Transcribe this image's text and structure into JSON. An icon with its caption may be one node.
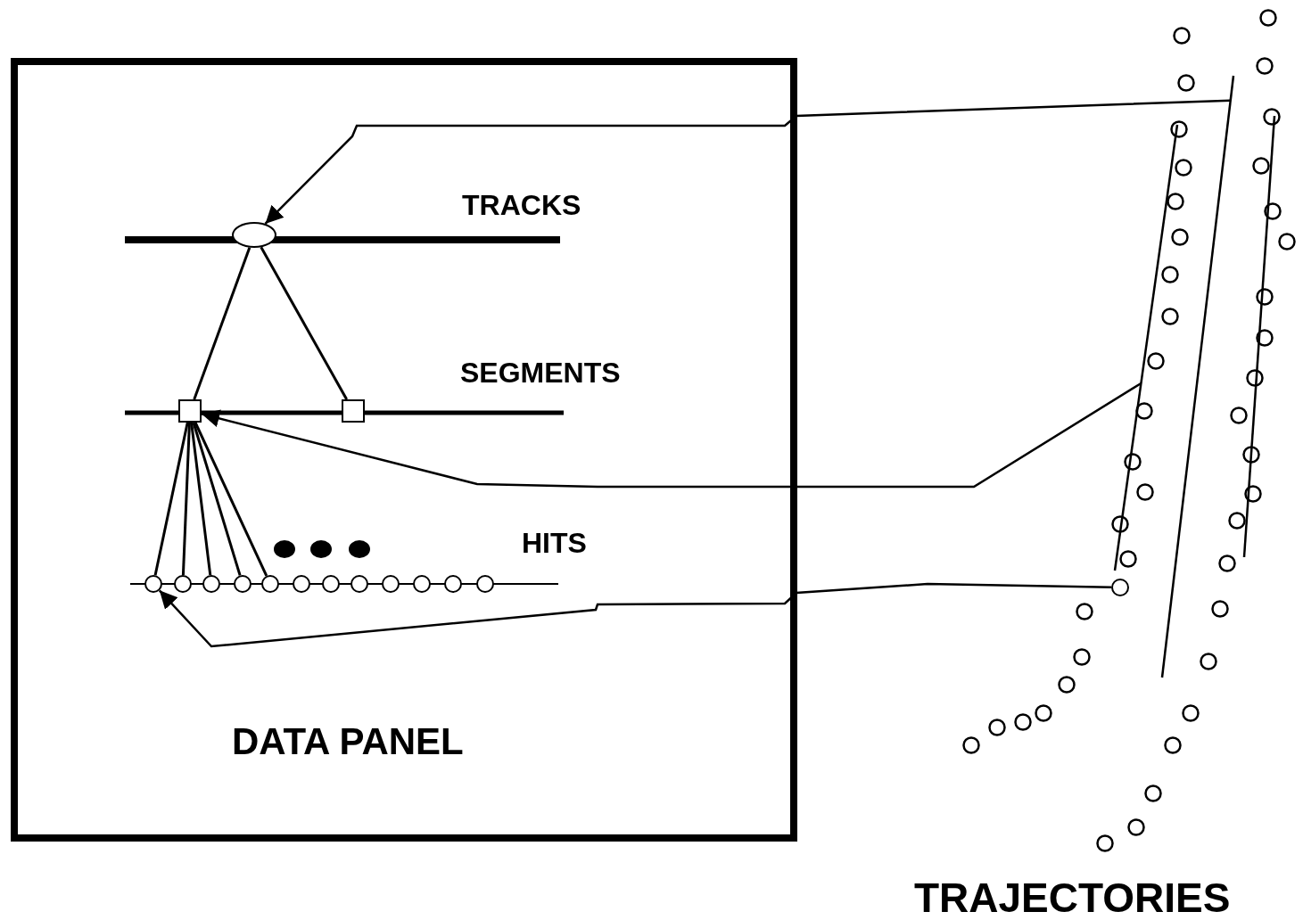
{
  "diagram": {
    "nodes": [
      {
        "text": [
          "DATA PANEL"
        ]
      },
      {
        "text": [],
        "shape": "ellipse",
        "in": 0
      },
      {
        "text": [],
        "shape": "box",
        "in": 0
      },
      {
        "text": [],
        "shape": "box",
        "in": 0
      },
      {
        "text": [],
        "shape": "circle",
        "in": 0
      },
      {
        "text": [],
        "shape": "circle",
        "in": 0
      },
      {
        "text": [],
        "shape": "circle",
        "in": 0
      },
      {
        "text": [],
        "shape": "circle",
        "in": 0
      },
      {
        "text": [],
        "shape": "circle",
        "in": 0
      },
      {
        "text": [],
        "shape": "circle",
        "in": 0
      },
      {
        "text": [],
        "shape": "circle",
        "in": 0
      },
      {
        "text": [],
        "shape": "circle",
        "in": 0
      },
      {
        "text": [],
        "shape": "circle",
        "in": 0
      },
      {
        "text": [],
        "shape": "circle",
        "in": 0
      },
      {
        "text": [],
        "shape": "circle",
        "in": 0
      },
      {
        "text": [],
        "shape": "circle",
        "in": 0
      },
      {
        "text": [],
        "shape": "line"
      },
      {
        "text": [],
        "shape": "line"
      },
      {
        "text": [],
        "shape": "circle"
      }
    ],
    "edges": [
      {
        "from": 1,
        "to": 2,
        "arrow": "none"
      },
      {
        "from": 1,
        "to": 3,
        "arrow": "none"
      },
      {
        "from": 2,
        "to": 4,
        "arrow": "none"
      },
      {
        "from": 2,
        "to": 5,
        "arrow": "none"
      },
      {
        "from": 2,
        "to": 6,
        "arrow": "none"
      },
      {
        "from": 2,
        "to": 7,
        "arrow": "none"
      },
      {
        "from": 2,
        "to": 8,
        "arrow": "none"
      },
      {
        "from": 16,
        "to": 1,
        "arrow": "to"
      },
      {
        "from": 17,
        "to": 2,
        "arrow": "to"
      },
      {
        "from": 18,
        "to": 4,
        "arrow": "to"
      }
    ],
    "labels": [
      "TRACKS",
      "SEGMENTS",
      "HITS",
      "TRAJECTORIES"
    ]
  }
}
